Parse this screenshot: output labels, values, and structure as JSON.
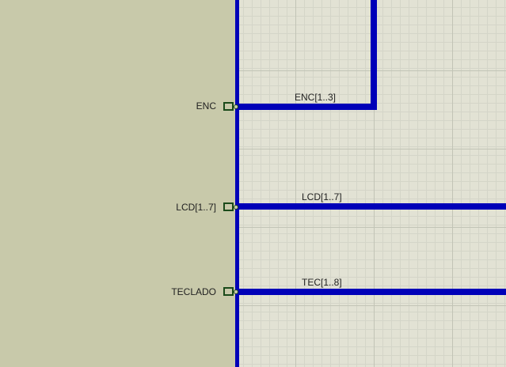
{
  "pins": [
    {
      "label": "ENC"
    },
    {
      "label": "LCD[1..7]"
    },
    {
      "label": "TECLADO"
    }
  ],
  "nets": [
    {
      "label": "ENC[1..3]"
    },
    {
      "label": "LCD[1..7]"
    },
    {
      "label": "TEC[1..8]"
    }
  ],
  "colors": {
    "wire": "#0000b8",
    "module_fill": "#c8c9aa",
    "grid_background": "#e2e2d4",
    "pin_outline": "#1a4a1a"
  }
}
